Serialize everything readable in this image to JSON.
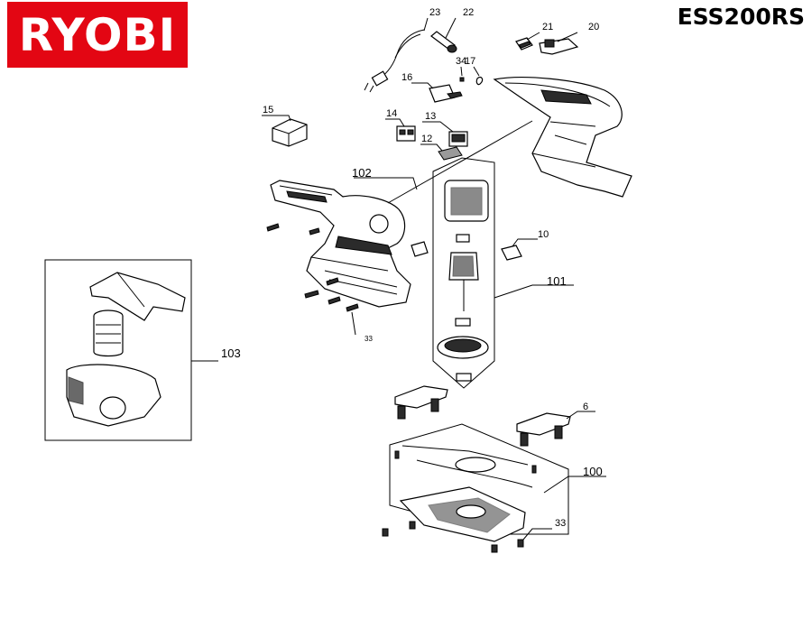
{
  "header": {
    "brand": "RYOBI",
    "model": "ESS200RS"
  },
  "callouts": [
    {
      "id": "c23",
      "text": "23"
    },
    {
      "id": "c22",
      "text": "22"
    },
    {
      "id": "c21",
      "text": "21"
    },
    {
      "id": "c20",
      "text": "20"
    },
    {
      "id": "c34",
      "text": "34"
    },
    {
      "id": "c17",
      "text": "17"
    },
    {
      "id": "c16",
      "text": "16"
    },
    {
      "id": "c15",
      "text": "15"
    },
    {
      "id": "c14",
      "text": "14"
    },
    {
      "id": "c13",
      "text": "13"
    },
    {
      "id": "c12",
      "text": "12"
    },
    {
      "id": "c102",
      "text": "102"
    },
    {
      "id": "c10",
      "text": "10"
    },
    {
      "id": "c101",
      "text": "101"
    },
    {
      "id": "c103",
      "text": "103"
    },
    {
      "id": "c33a",
      "text": "33"
    },
    {
      "id": "c6",
      "text": "6"
    },
    {
      "id": "c100",
      "text": "100"
    },
    {
      "id": "c33b",
      "text": "33"
    }
  ]
}
